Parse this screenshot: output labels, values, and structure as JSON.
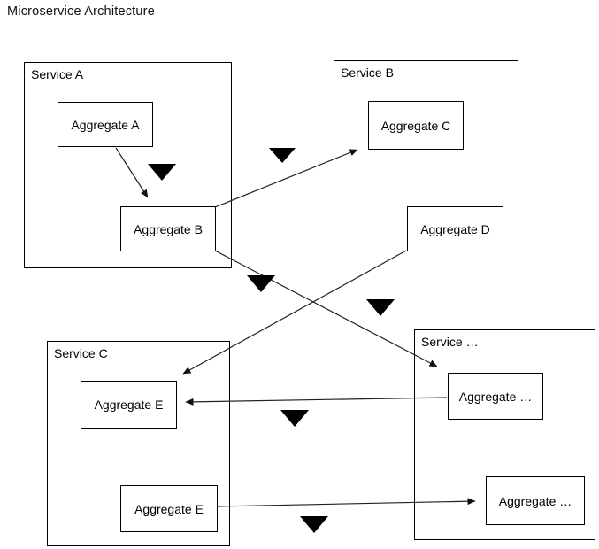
{
  "title": "Microservice Architecture",
  "colors": {
    "background": "#ffffff",
    "line": "#000000",
    "text": "#000000"
  },
  "diagram": {
    "services": [
      {
        "label": "Service A",
        "aggregates": [
          {
            "label": "Aggregate A"
          },
          {
            "label": "Aggregate B"
          }
        ]
      },
      {
        "label": "Service B",
        "aggregates": [
          {
            "label": "Aggregate C"
          },
          {
            "label": "Aggregate D"
          }
        ]
      },
      {
        "label": "Service C",
        "aggregates": [
          {
            "label": "Aggregate E"
          },
          {
            "label": "Aggregate E"
          }
        ]
      },
      {
        "label": "Service …",
        "aggregates": [
          {
            "label": "Aggregate …"
          },
          {
            "label": "Aggregate …"
          }
        ]
      }
    ],
    "connections": [
      {
        "from": {
          "service": 0,
          "aggregate": 0
        },
        "to": {
          "service": 0,
          "aggregate": 1
        }
      },
      {
        "from": {
          "service": 0,
          "aggregate": 1
        },
        "to": {
          "service": 1,
          "aggregate": 0
        }
      },
      {
        "from": {
          "service": 0,
          "aggregate": 1
        },
        "to": {
          "service": 3,
          "aggregate": 0
        }
      },
      {
        "from": {
          "service": 1,
          "aggregate": 1
        },
        "to": {
          "service": 2,
          "aggregate": 0
        }
      },
      {
        "from": {
          "service": 3,
          "aggregate": 0
        },
        "to": {
          "service": 2,
          "aggregate": 0
        }
      },
      {
        "from": {
          "service": 2,
          "aggregate": 1
        },
        "to": {
          "service": 3,
          "aggregate": 1
        }
      }
    ],
    "event_markers": {
      "glyph": "filled-downward-triangle",
      "count": 6
    }
  }
}
